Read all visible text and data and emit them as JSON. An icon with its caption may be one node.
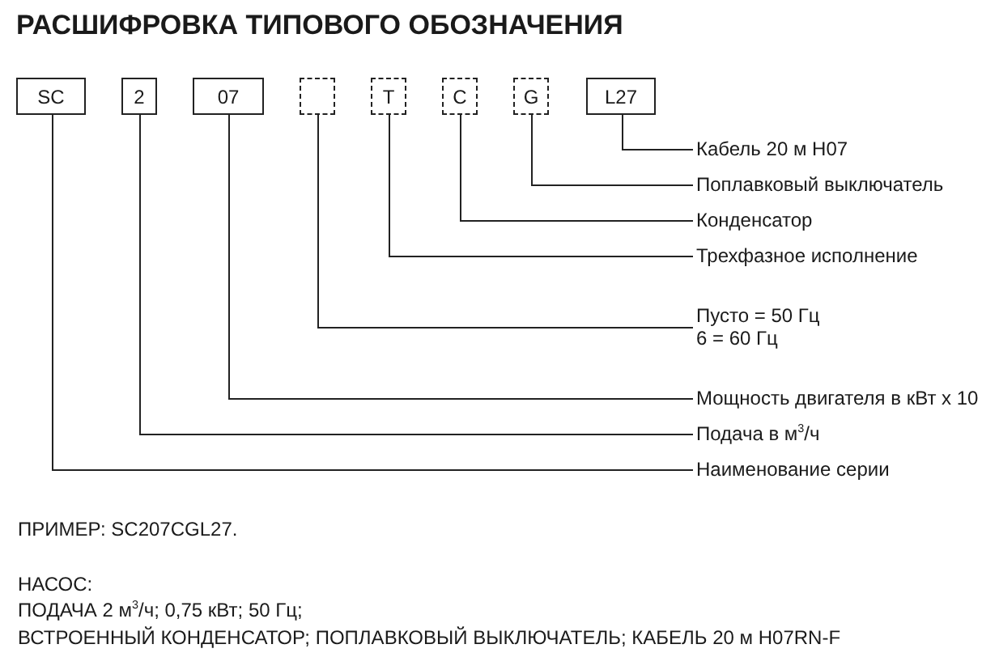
{
  "diagram": {
    "title": "РАСШИФРОВКА ТИПОВОГО ОБОЗНАЧЕНИЯ",
    "nodes": [
      {
        "text": [
          "SC"
        ]
      },
      {
        "text": [
          "2"
        ]
      },
      {
        "text": [
          "07"
        ]
      },
      {
        "text": [],
        "shape": "box"
      },
      {
        "text": [
          "T"
        ]
      },
      {
        "text": [
          "C"
        ]
      },
      {
        "text": [
          "G"
        ]
      },
      {
        "text": [
          "L27"
        ]
      },
      {
        "text": [
          "Кабель 20 м H07"
        ]
      },
      {
        "text": [
          "Поплавковый выключатель"
        ]
      },
      {
        "text": [
          "Конденсатор"
        ]
      },
      {
        "text": [
          "Трехфазное исполнение"
        ]
      },
      {
        "text": [
          "Пусто = 50 Гц",
          "6 = 60 Гц"
        ]
      },
      {
        "text": [
          "Мощность двигателя в кВт x 10"
        ]
      },
      {
        "text": [
          "Подача в м$^{3}$/ч"
        ]
      },
      {
        "text": [
          "Наименование серии"
        ]
      }
    ],
    "edges": [
      {
        "from": 7,
        "to": 8,
        "arrow": "none"
      },
      {
        "from": 6,
        "to": 9,
        "arrow": "none"
      },
      {
        "from": 5,
        "to": 10,
        "arrow": "none"
      },
      {
        "from": 4,
        "to": 11,
        "arrow": "none"
      },
      {
        "from": 3,
        "to": 12,
        "arrow": "none"
      },
      {
        "from": 2,
        "to": 13,
        "arrow": "none"
      },
      {
        "from": 1,
        "to": 14,
        "arrow": "none"
      },
      {
        "from": 0,
        "to": 15,
        "arrow": "none"
      }
    ],
    "labels": [
      "ПРИМЕР: SC207CGL27.",
      "НАСОС:",
      "ПОДАЧА 2 м$^{3}$/ч; 0,75 кВт; 50 Гц;",
      "ВСТРОЕННЫЙ КОНДЕНСАТОР; ПОПЛАВКОВЫЙ ВЫКЛЮЧАТЕЛЬ; КАБЕЛЬ 20 м H07RN-F"
    ]
  }
}
